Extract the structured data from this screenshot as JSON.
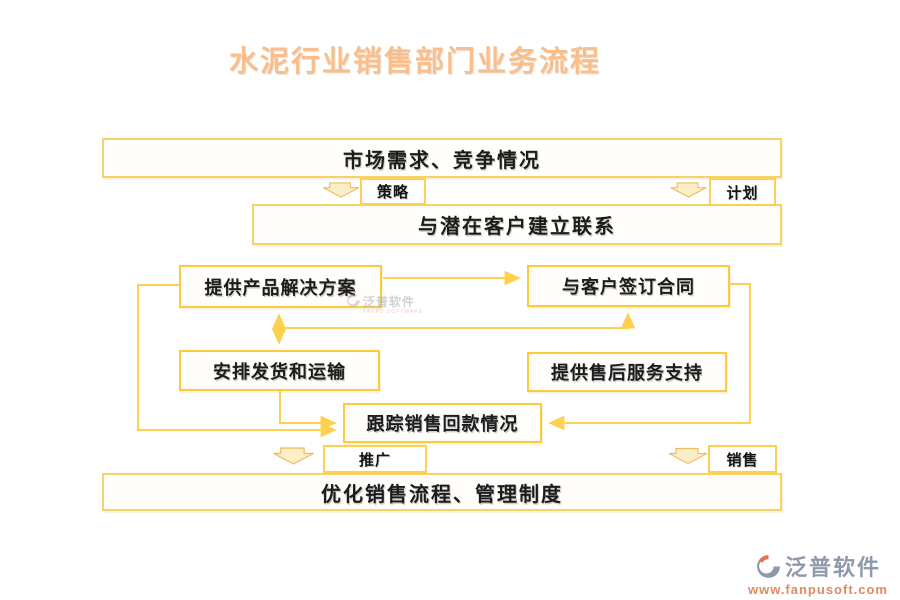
{
  "title": "水泥行业销售部门业务流程",
  "flow": {
    "boxes": [
      {
        "id": "market",
        "label": "市场需求、竞争情况"
      },
      {
        "id": "contact",
        "label": "与潜在客户建立联系"
      },
      {
        "id": "solution",
        "label": "提供产品解决方案"
      },
      {
        "id": "contract",
        "label": "与客户签订合同"
      },
      {
        "id": "shipping",
        "label": "安排发货和运输"
      },
      {
        "id": "aftersales",
        "label": "提供售后服务支持"
      },
      {
        "id": "payment",
        "label": "跟踪销售回款情况"
      },
      {
        "id": "optimize",
        "label": "优化销售流程、管理制度"
      }
    ],
    "tags": [
      {
        "id": "strategy",
        "label": "策略"
      },
      {
        "id": "plan",
        "label": "计划"
      },
      {
        "id": "promotion",
        "label": "推广"
      },
      {
        "id": "sales",
        "label": "销售"
      }
    ]
  },
  "watermark": {
    "name": "泛普软件",
    "sub": "FANPU SOFTWARE"
  },
  "logo": {
    "name": "泛普软件",
    "url": "www.fanpusoft.com"
  },
  "colors": {
    "title": "#F9BE8C",
    "border_wide": "#F4D36B",
    "border_small": "#FFC93E",
    "line_gold": "#FFD04D",
    "arrow_fill": "#FBEFC8",
    "arrow_stroke": "#F0BC62",
    "logo_grey": "#8E9AAB",
    "logo_orange": "#E2764A",
    "url_orange": "#E08A5E"
  }
}
